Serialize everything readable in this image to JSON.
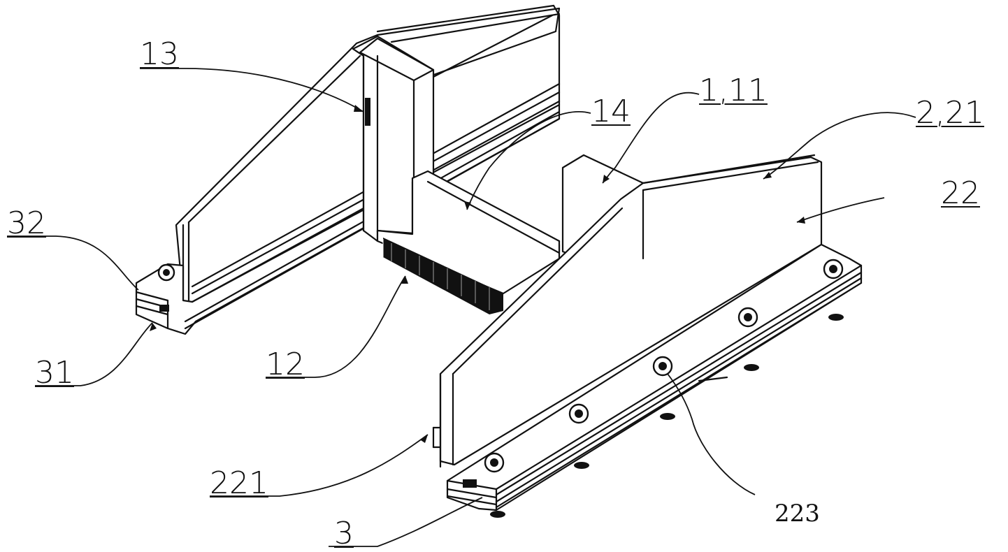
{
  "labels": {
    "l13": "13",
    "l14": "14",
    "l1_11": "1,11",
    "l2_21": "2,21",
    "l22": "22",
    "l32": "32",
    "l31": "31",
    "l12": "12",
    "l221": "221",
    "l3": "3",
    "l223": "223"
  }
}
